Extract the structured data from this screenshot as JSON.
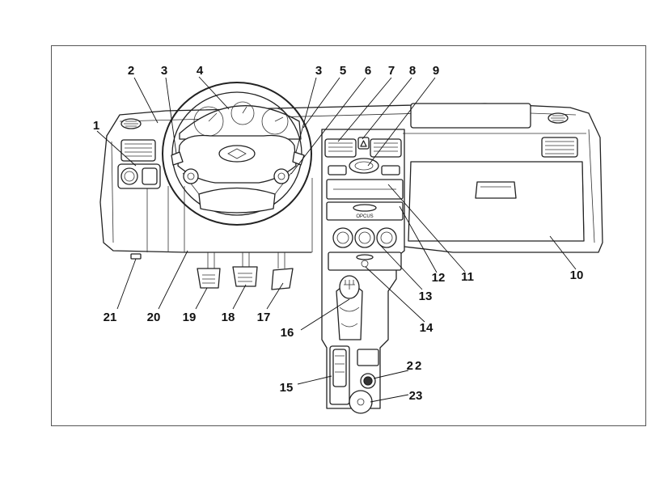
{
  "callouts": [
    {
      "id": "c1",
      "label": "1"
    },
    {
      "id": "c2",
      "label": "2"
    },
    {
      "id": "c3a",
      "label": "3"
    },
    {
      "id": "c4",
      "label": "4"
    },
    {
      "id": "c3b",
      "label": "3"
    },
    {
      "id": "c5",
      "label": "5"
    },
    {
      "id": "c6",
      "label": "6"
    },
    {
      "id": "c7",
      "label": "7"
    },
    {
      "id": "c8",
      "label": "8"
    },
    {
      "id": "c9",
      "label": "9"
    },
    {
      "id": "c10",
      "label": "10"
    },
    {
      "id": "c11",
      "label": "11"
    },
    {
      "id": "c12",
      "label": "12"
    },
    {
      "id": "c13",
      "label": "13"
    },
    {
      "id": "c14",
      "label": "14"
    },
    {
      "id": "c15",
      "label": "15"
    },
    {
      "id": "c16",
      "label": "16"
    },
    {
      "id": "c17",
      "label": "17"
    },
    {
      "id": "c18",
      "label": "18"
    },
    {
      "id": "c19",
      "label": "19"
    },
    {
      "id": "c20",
      "label": "20"
    },
    {
      "id": "c21",
      "label": "21"
    },
    {
      "id": "c22",
      "label": "22"
    },
    {
      "id": "c23",
      "label": "23"
    }
  ],
  "console_badge": "OPCUS"
}
